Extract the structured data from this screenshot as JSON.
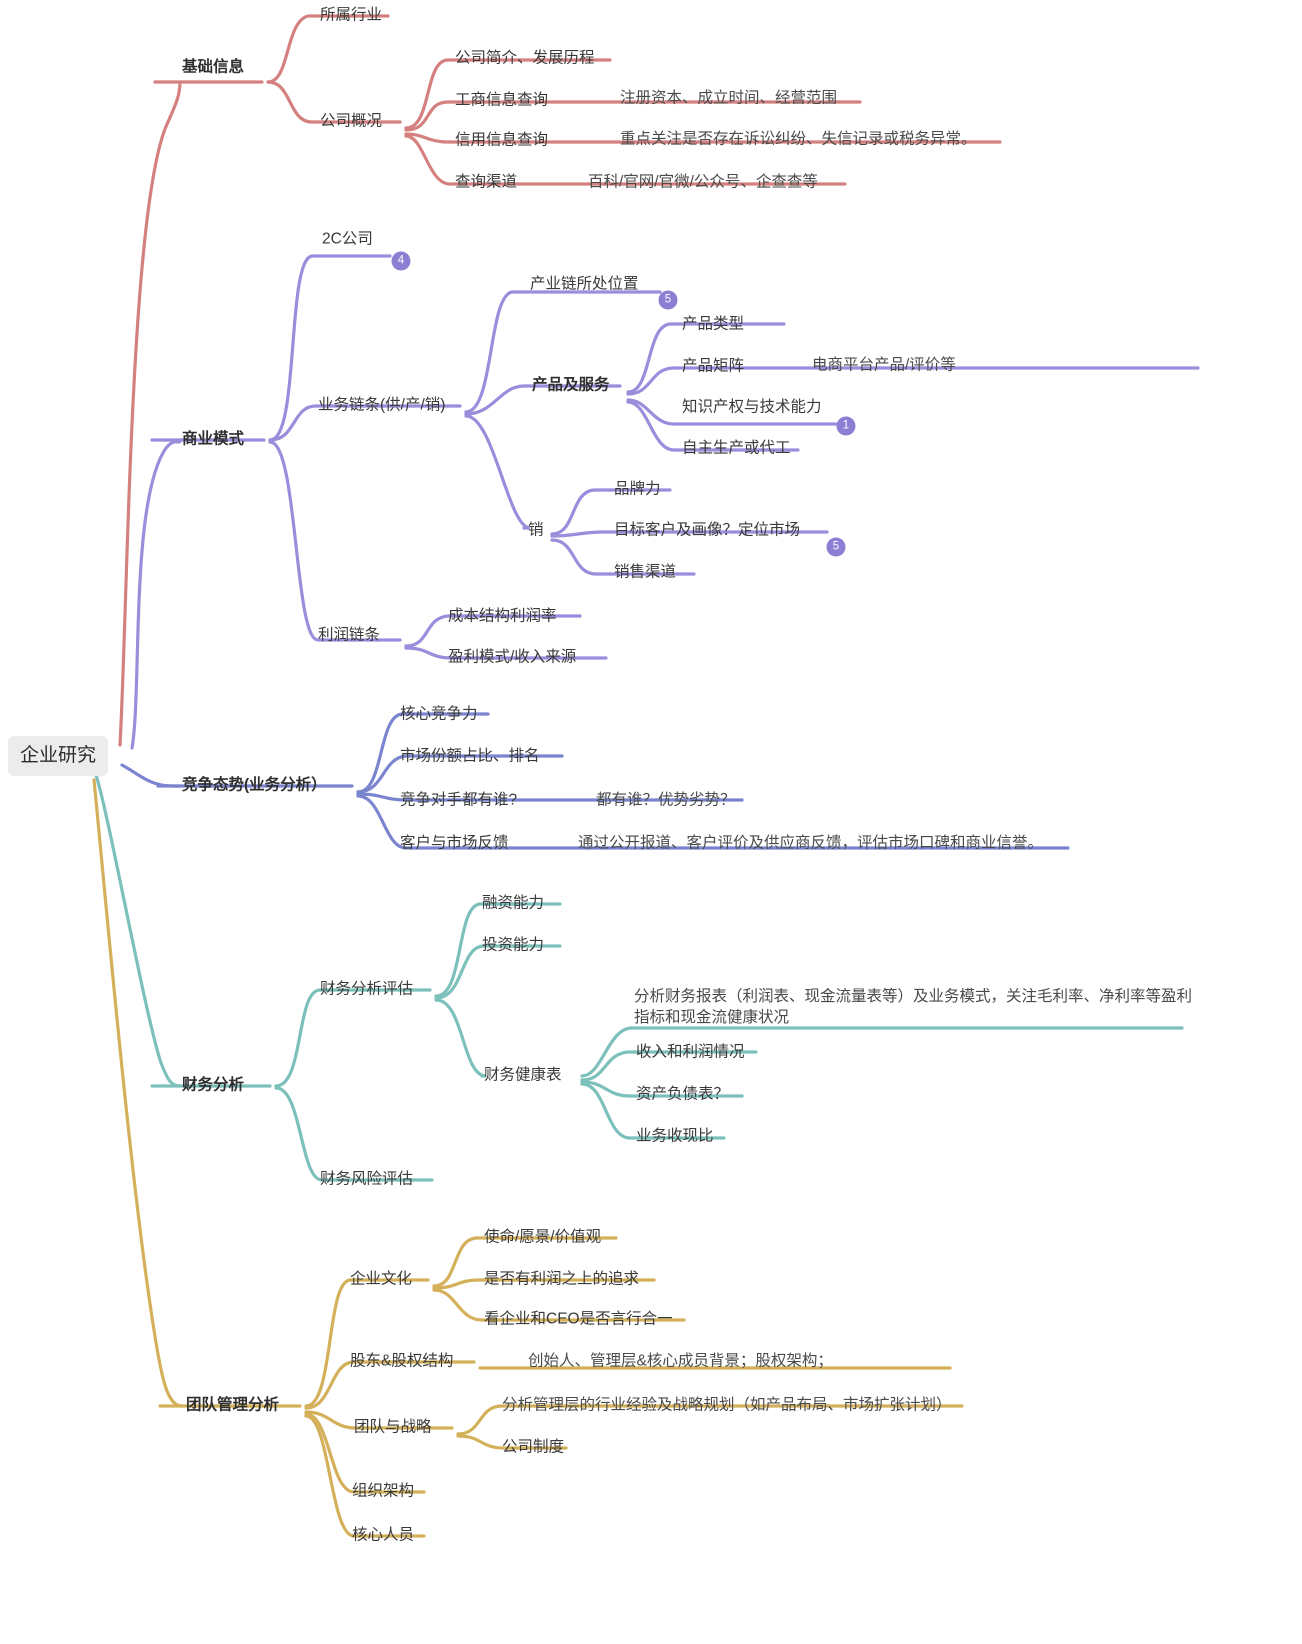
{
  "title": "企业研究",
  "colors": {
    "branch_basic": "#d4807f",
    "branch_business": "#9b8cdc",
    "branch_compete": "#7b85cf",
    "branch_finance": "#7cc0bb",
    "branch_team": "#d4b05a",
    "root_bg": "#ececec",
    "badge": "#8b7fd4",
    "text": "#3a3a3a"
  },
  "root": {
    "label": "企业研究"
  },
  "branches": [
    {
      "id": "basic",
      "label": "基础信息",
      "color": "#d4807f",
      "children": [
        {
          "label": "所属行业"
        },
        {
          "label": "公司概况",
          "children": [
            {
              "label": "公司简介、发展历程"
            },
            {
              "label": "工商信息查询",
              "note": "注册资本、成立时间、经营范围"
            },
            {
              "label": "信用信息查询",
              "note": "重点关注是否存在诉讼纠纷、失信记录或税务异常。"
            },
            {
              "label": "查询渠道",
              "note": "百科/官网/官微/公众号、企查查等"
            }
          ]
        }
      ]
    },
    {
      "id": "business",
      "label": "商业模式",
      "color": "#9b8cdc",
      "children": [
        {
          "label": "2C公司",
          "badge": "4"
        },
        {
          "label": "业务链条(供/产/销)",
          "children": [
            {
              "label": "产业链所处位置",
              "badge": "5"
            },
            {
              "label": "产品及服务",
              "bold": true,
              "children": [
                {
                  "label": "产品类型"
                },
                {
                  "label": "产品矩阵",
                  "note": "电商平台产品/评价等"
                },
                {
                  "label": "知识产权与技术能力",
                  "badge": "1"
                },
                {
                  "label": "自主生产或代工"
                }
              ]
            },
            {
              "label": "销",
              "children": [
                {
                  "label": "品牌力"
                },
                {
                  "label": "目标客户及画像？定位市场",
                  "badge": "5"
                },
                {
                  "label": "销售渠道"
                }
              ]
            }
          ]
        },
        {
          "label": "利润链条",
          "children": [
            {
              "label": "成本结构利润率"
            },
            {
              "label": "盈利模式/收入来源"
            }
          ]
        }
      ]
    },
    {
      "id": "compete",
      "label": "竞争态势(业务分析）",
      "bold": true,
      "color": "#7b85cf",
      "children": [
        {
          "label": "核心竞争力"
        },
        {
          "label": "市场份额占比、排名"
        },
        {
          "label": "竞争对手都有谁?",
          "note": "都有谁？优势劣势？"
        },
        {
          "label": "客户与市场反馈",
          "note": "通过公开报道、客户评价及供应商反馈，评估市场口碑和商业信誉。"
        }
      ]
    },
    {
      "id": "finance",
      "label": "财务分析",
      "bold": true,
      "color": "#7cc0bb",
      "children": [
        {
          "label": "财务分析评估",
          "children": [
            {
              "label": "融资能力"
            },
            {
              "label": "投资能力"
            },
            {
              "label": "财务健康表",
              "note": "分析财务报表（利润表、现金流量表等）及业务模式，关注毛利率、净利率等盈利指标和现金流健康状况",
              "children": [
                {
                  "label": "收入和利润情况"
                },
                {
                  "label": "资产负债表？"
                },
                {
                  "label": "业务收现比"
                }
              ]
            }
          ]
        },
        {
          "label": "财务风险评估"
        }
      ]
    },
    {
      "id": "team",
      "label": "团队管理分析",
      "bold": true,
      "color": "#d4b05a",
      "children": [
        {
          "label": "企业文化",
          "children": [
            {
              "label": "使命/愿景/价值观"
            },
            {
              "label": "是否有利润之上的追求"
            },
            {
              "label": "看企业和CEO是否言行合一"
            }
          ]
        },
        {
          "label": "股东&股权结构",
          "note": "创始人、管理层&核心成员背景；股权架构；"
        },
        {
          "label": "团队与战略",
          "note": "分析管理层的行业经验及战略规划（如产品布局、市场扩张计划）",
          "children": [
            {
              "label": "公司制度"
            }
          ]
        },
        {
          "label": "组织架构"
        },
        {
          "label": "核心人员"
        }
      ]
    }
  ]
}
